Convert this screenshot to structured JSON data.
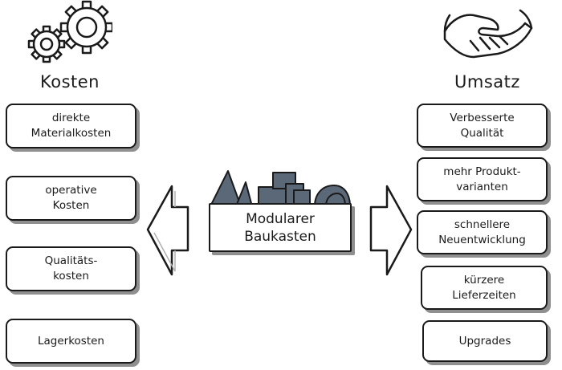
{
  "left": {
    "title": "Kosten",
    "items": [
      "direkte\nMaterialkosten",
      "operative\nKosten",
      "Qualitäts-\nkosten",
      "Lagerkosten"
    ]
  },
  "right": {
    "title": "Umsatz",
    "items": [
      "Verbesserte\nQualität",
      "mehr Produkt-\nvarianten",
      "schnellere\nNeuentwicklung",
      "kürzere\nLieferzeiten",
      "Upgrades"
    ]
  },
  "center": {
    "label": "Modularer\nBaukasten"
  },
  "icons": {
    "left": "gears-icon",
    "right": "handshake-icon",
    "center": "building-blocks-icon"
  },
  "colors": {
    "ink": "#1a1a1a",
    "shadow": "#8f8f8f",
    "blocks": "#5b6878"
  }
}
